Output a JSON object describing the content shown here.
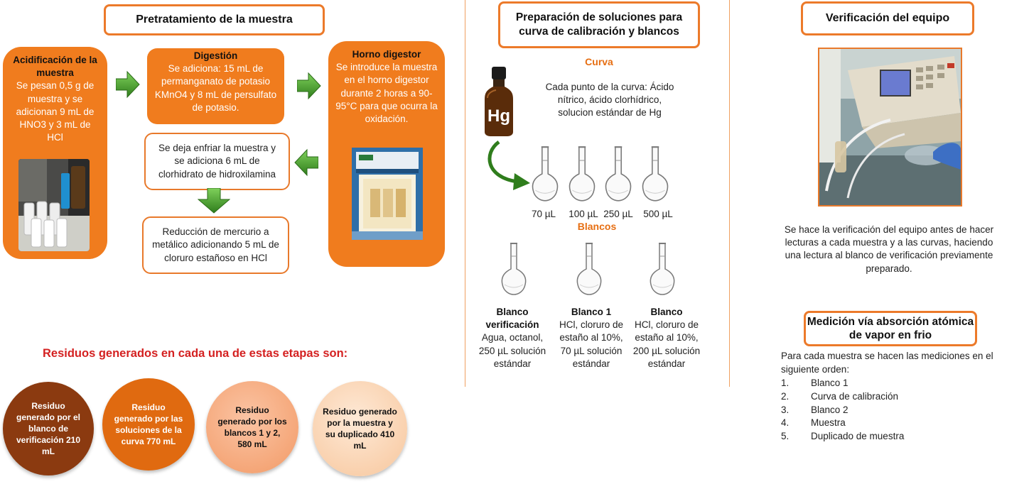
{
  "pretreatment": {
    "title": "Pretratamiento de la muestra",
    "acidification": {
      "heading": "Acidificación de la muestra",
      "text": "Se pesan 0,5 g de muestra y se adicionan 9 mL de HNO3 y 3 mL de HCl"
    },
    "digestion": {
      "heading": "Digestión",
      "text": "Se adiciona: 15 mL de permanganato de potasio KMnO4 y 8 mL de persulfato de potasio."
    },
    "oven": {
      "heading": "Horno digestor",
      "text": "Se introduce la muestra en el horno digestor durante 2 horas a 90-95°C para que ocurra la oxidación."
    },
    "cooling": "Se deja enfriar la muestra y se adiciona 6 mL de clorhidrato de hidroxilamina",
    "reduction": "Reducción de mercurio a metálico adicionando 5 mL de cloruro estañoso en HCl"
  },
  "residues": {
    "title": "Residuos generados en cada una de estas etapas son:",
    "items": [
      {
        "label": "Residuo generado por el blanco de verificación 210 mL",
        "color": "#8b3a10",
        "text_color": "#ffffff"
      },
      {
        "label": "Residuo generado por las soluciones de la curva 770 mL",
        "color": "#e06a10",
        "text_color": "#ffffff"
      },
      {
        "label": "Residuo generado por los blancos 1 y 2, 580 mL",
        "color": "#f6a77a",
        "text_color": "#111111"
      },
      {
        "label": "Residuo generado por la muestra y su duplicado 410 mL",
        "color": "#fbd6b6",
        "text_color": "#111111"
      }
    ]
  },
  "solutions": {
    "title": "Preparación de soluciones para curva de calibración y blancos",
    "curve_label": "Curva",
    "bottle_label": "Hg",
    "curve_text": "Cada punto de la curva: Ácido nítrico, ácido clorhídrico, solucion estándar de Hg",
    "flask_volumes": [
      "70 µL",
      "100 µL",
      "250 µL",
      "500 µL"
    ],
    "blanks_label": "Blancos",
    "blanks": [
      {
        "heading": "Blanco verificación",
        "text": "Agua, octanol, 250 µL solución estándar"
      },
      {
        "heading": "Blanco 1",
        "text": "HCl, cloruro de estaño al 10%, 70 µL solución estándar"
      },
      {
        "heading": "Blanco",
        "text": "HCl, cloruro de estaño al 10%, 200 µL solución estándar"
      }
    ]
  },
  "verification": {
    "title": "Verificación del equipo",
    "text": "Se hace la verificación del equipo antes de hacer lecturas a cada muestra y a las curvas, haciendo una lectura al blanco de verificación previamente preparado."
  },
  "measurement": {
    "title": "Medición vía absorción atómica de vapor en frio",
    "intro": "Para cada muestra se hacen las mediciones en el siguiente orden:",
    "steps": [
      {
        "num": "1.",
        "label": "Blanco 1"
      },
      {
        "num": "2.",
        "label": "Curva de calibración"
      },
      {
        "num": "3.",
        "label": "Blanco 2"
      },
      {
        "num": "4.",
        "label": "Muestra"
      },
      {
        "num": "5.",
        "label": "Duplicado de muestra"
      }
    ]
  },
  "colors": {
    "accent": "#f07c1e",
    "arrow": "#3f9a2b",
    "residue_title": "#d42121"
  }
}
